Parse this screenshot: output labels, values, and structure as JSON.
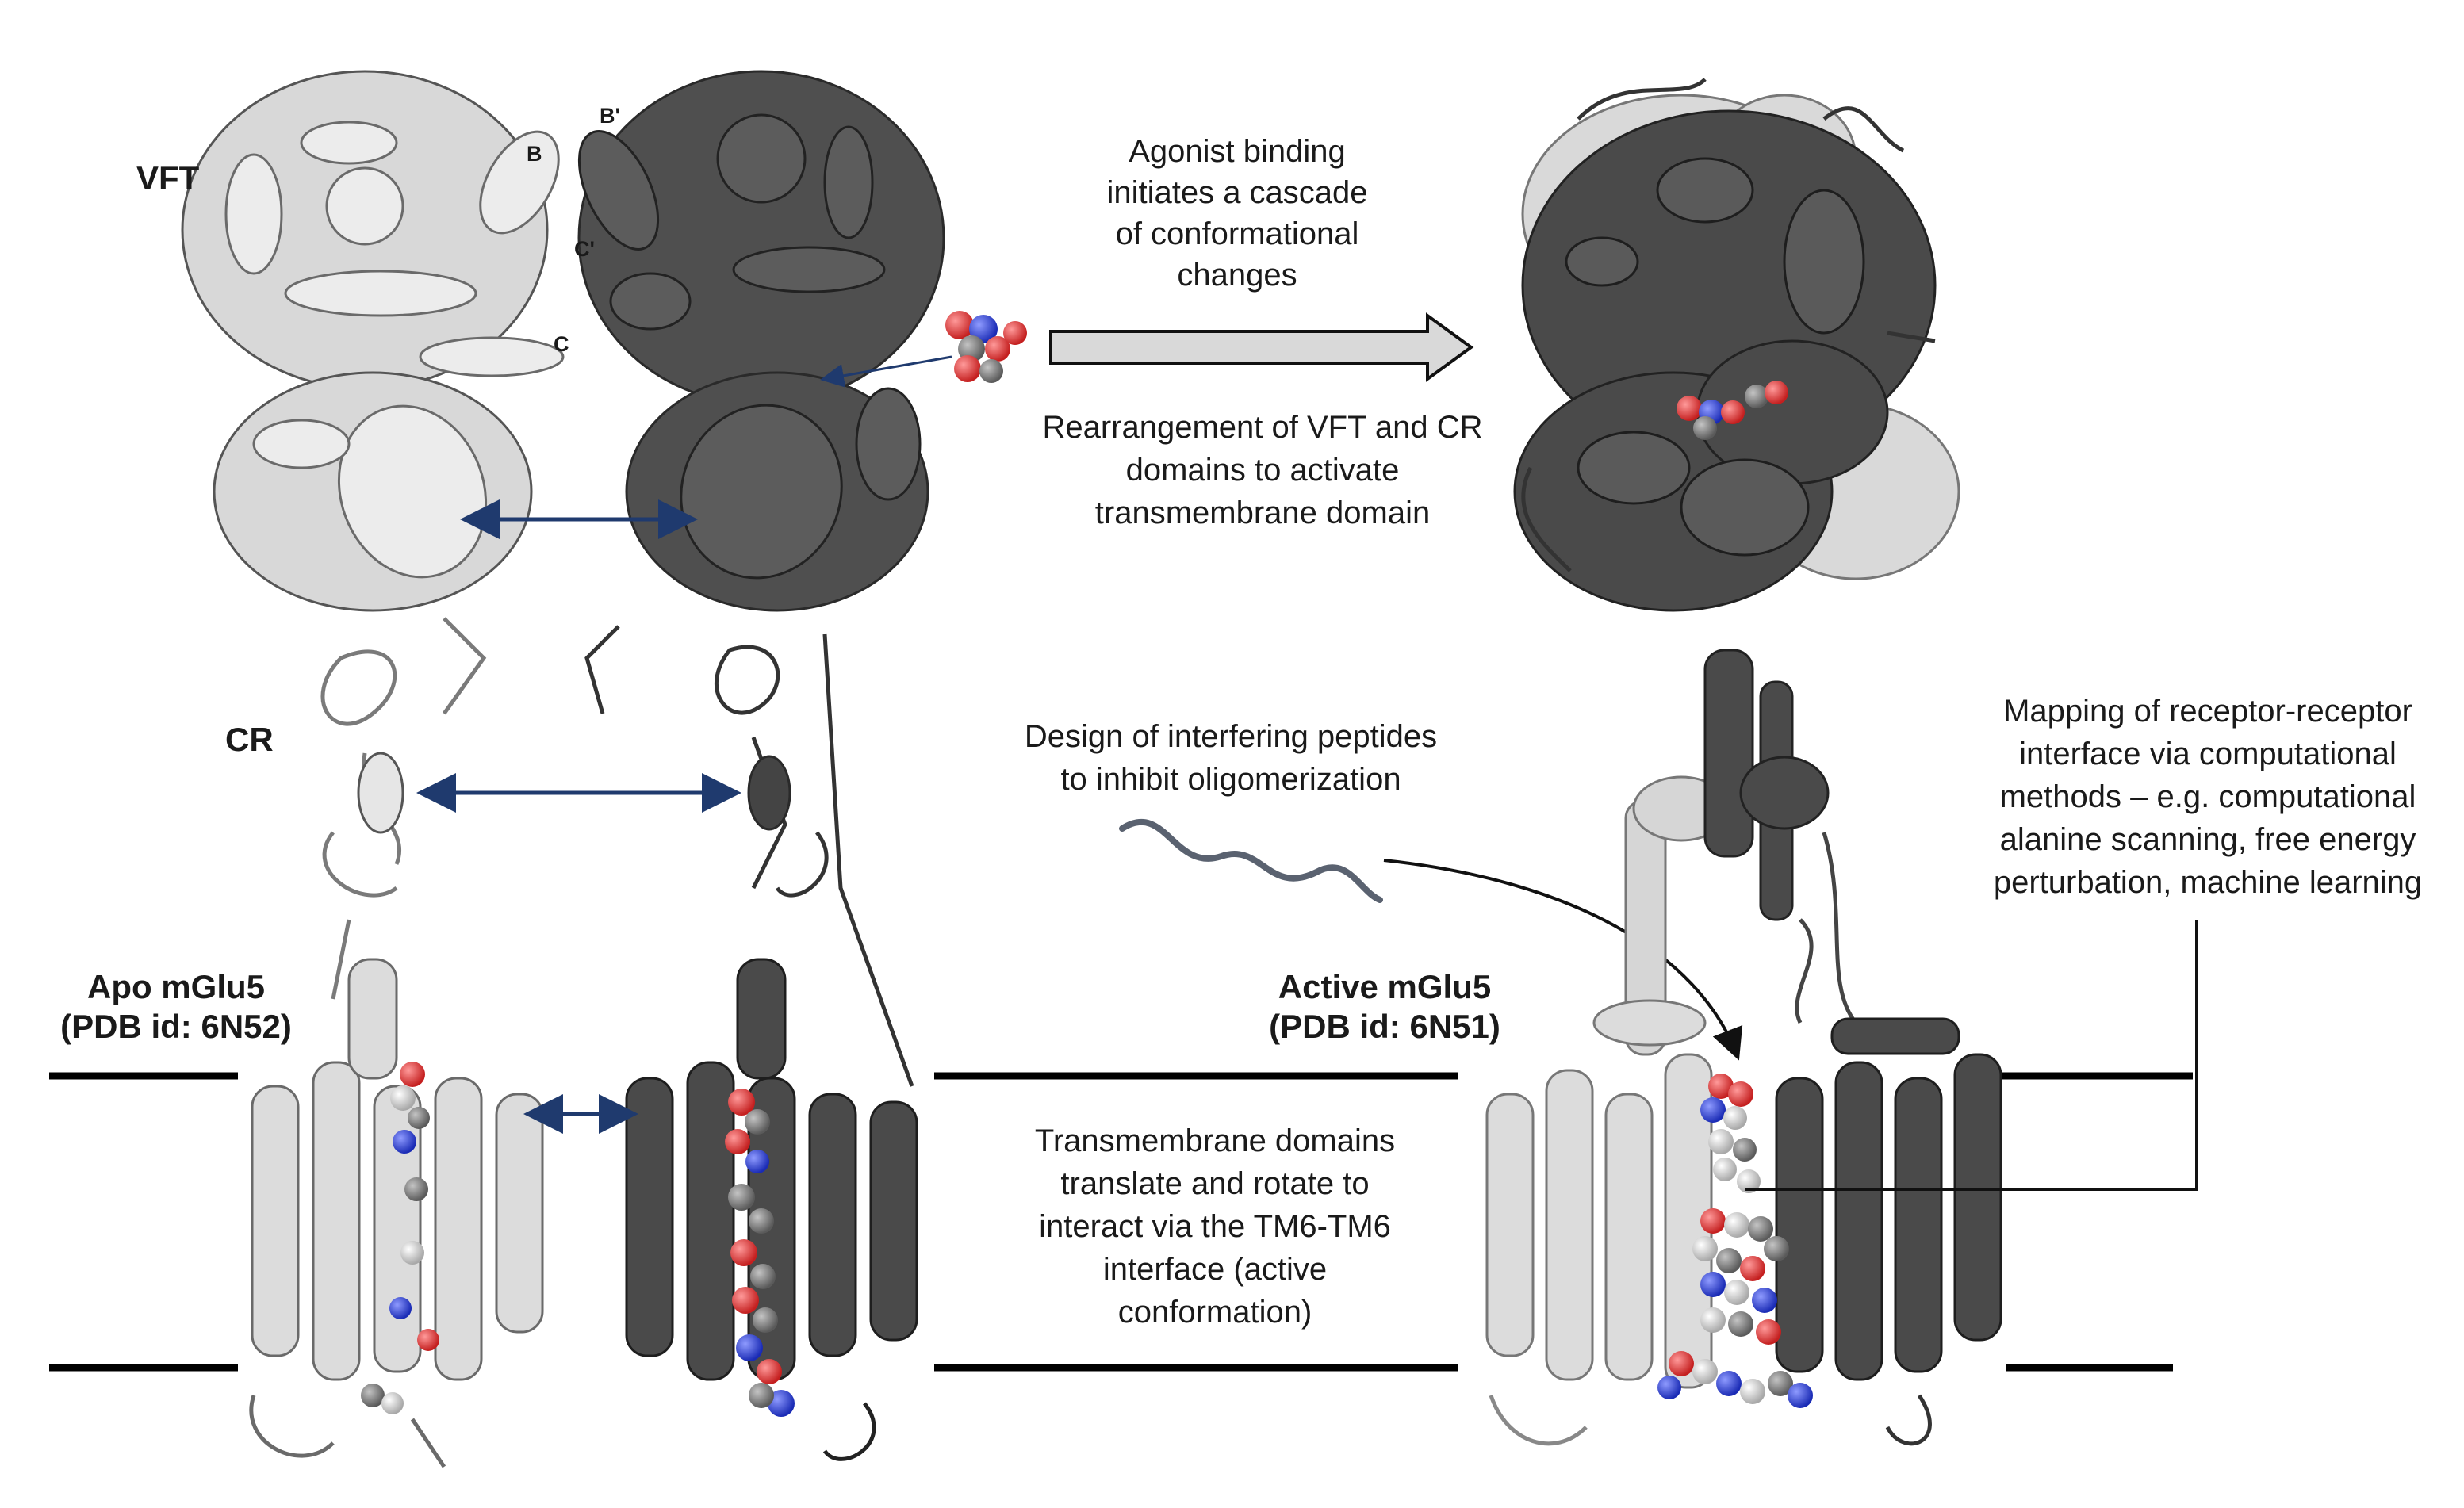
{
  "labels": {
    "vft": "VFT",
    "cr": "CR",
    "helix_b": "B",
    "helix_b_prime": "B'",
    "helix_c": "C",
    "helix_c_prime": "C'"
  },
  "structures": {
    "apo": {
      "name": "Apo mGlu5",
      "pdb": "(PDB id: 6N52)"
    },
    "active": {
      "name": "Active mGlu5",
      "pdb": "(PDB id: 6N51)"
    }
  },
  "annotations": {
    "agonist": [
      "Agonist binding",
      "initiates a cascade",
      "of conformational",
      "changes"
    ],
    "rearrangement": [
      "Rearrangement of VFT and CR",
      "domains to activate",
      "transmembrane domain"
    ],
    "peptides": [
      "Design of interfering peptides",
      "to inhibit oligomerization"
    ],
    "transmembrane": [
      "Transmembrane domains",
      "translate and rotate to",
      "interact via the TM6-TM6",
      "interface (active",
      "conformation)"
    ],
    "mapping": [
      "Mapping of receptor-receptor",
      "interface via computational",
      "methods – e.g. computational",
      "alanine scanning, free energy",
      "perturbation, machine learning"
    ]
  },
  "colors": {
    "light_protomer": "#d6d6d6",
    "dark_protomer": "#4a4a4a",
    "arrow_blue": "#1f3a6e",
    "carbon": "#8c8c8c",
    "oxygen": "#e03a3a",
    "nitrogen": "#2a3fd6",
    "membrane": "#000000",
    "process_arrow_fill": "#d9d9d9"
  }
}
